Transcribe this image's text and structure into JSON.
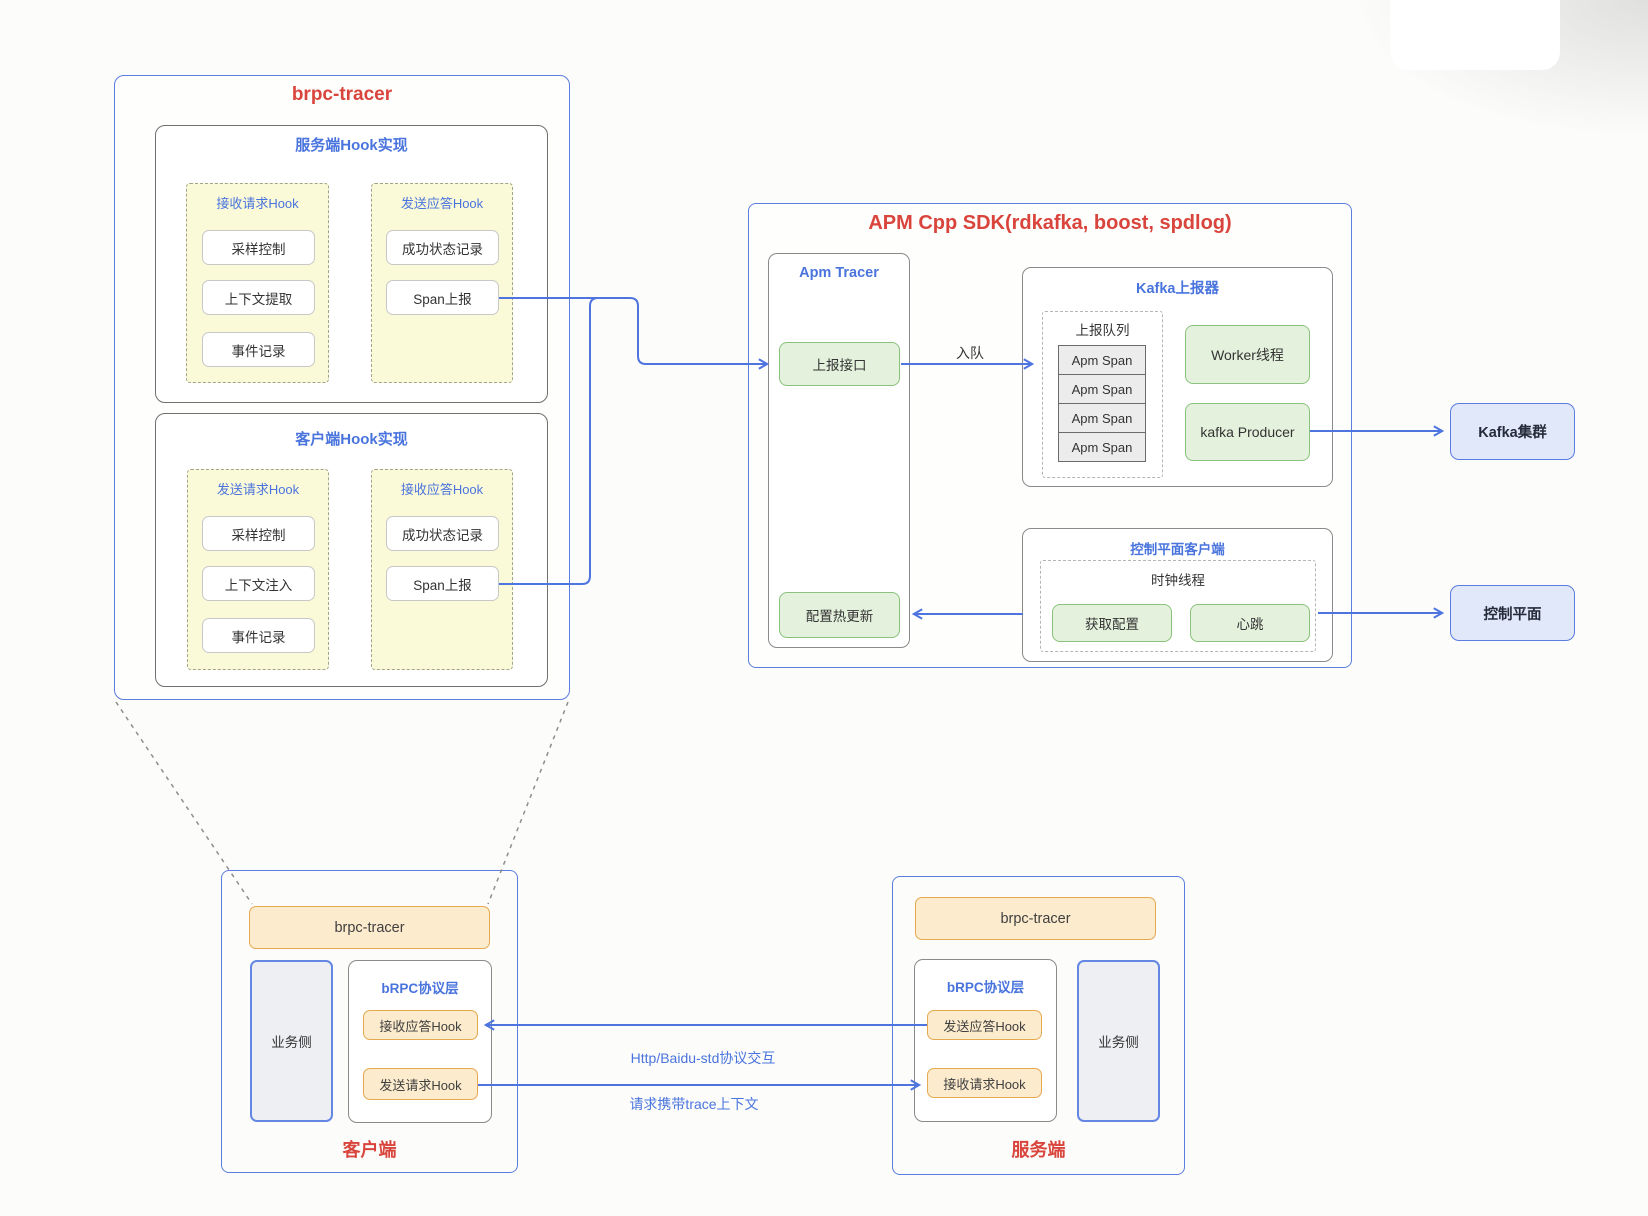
{
  "tracer": {
    "title": "brpc-tracer",
    "server_box": {
      "title": "服务端Hook实现",
      "group1": {
        "title": "接收请求Hook",
        "items": [
          "采样控制",
          "上下文提取",
          "事件记录"
        ]
      },
      "group2": {
        "title": "发送应答Hook",
        "items": [
          "成功状态记录",
          "Span上报"
        ]
      }
    },
    "client_box": {
      "title": "客户端Hook实现",
      "group1": {
        "title": "发送请求Hook",
        "items": [
          "采样控制",
          "上下文注入",
          "事件记录"
        ]
      },
      "group2": {
        "title": "接收应答Hook",
        "items": [
          "成功状态记录",
          "Span上报"
        ]
      }
    }
  },
  "sdk": {
    "title": "APM Cpp SDK(rdkafka, boost, spdlog)",
    "apm_tracer": {
      "title": "Apm Tracer",
      "report_api": "上报接口",
      "config_update": "配置热更新"
    },
    "kafka_reporter": {
      "title": "Kafka上报器",
      "queue_title": "上报队列",
      "spans": [
        "Apm Span",
        "Apm Span",
        "Apm Span",
        "Apm Span"
      ],
      "worker": "Worker线程",
      "producer": "kafka Producer"
    },
    "control_client": {
      "title": "控制平面客户端",
      "clock_title": "时钟线程",
      "fetch_config": "获取配置",
      "heartbeat": "心跳"
    }
  },
  "external": {
    "kafka_cluster": "Kafka集群",
    "control_plane": "控制平面"
  },
  "client_node": {
    "tracer": "brpc-tracer",
    "business": "业务侧",
    "proto_title": "bRPC协议层",
    "hook_recv_resp": "接收应答Hook",
    "hook_send_req": "发送请求Hook",
    "caption": "客户端"
  },
  "server_node": {
    "tracer": "brpc-tracer",
    "business": "业务侧",
    "proto_title": "bRPC协议层",
    "hook_send_resp": "发送应答Hook",
    "hook_recv_req": "接收请求Hook",
    "caption": "服务端"
  },
  "edges": {
    "enqueue": "入队",
    "http_label": "Http/Baidu-std协议交互",
    "trace_label": "请求携带trace上下文"
  }
}
